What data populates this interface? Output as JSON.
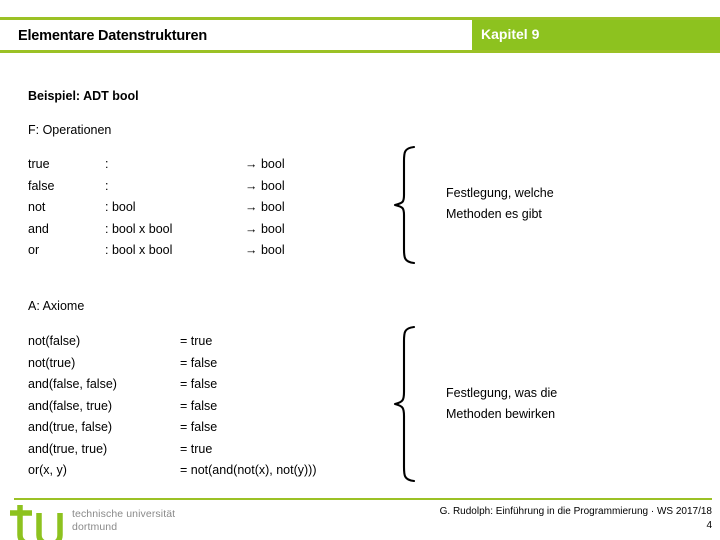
{
  "header": {
    "title": "Elementare Datenstrukturen",
    "chapter": "Kapitel 9",
    "accent_color": "#8DC21F",
    "rule_color": "#9BC125"
  },
  "content": {
    "example_heading": "Beispiel: ADT bool",
    "operations_heading": "F: Operationen",
    "operations": [
      {
        "name": "true",
        "signature": ":",
        "arrow": "→ bool"
      },
      {
        "name": "false",
        "signature": ":",
        "arrow": "→ bool"
      },
      {
        "name": "not",
        "signature": ": bool",
        "arrow": "→ bool"
      },
      {
        "name": "and",
        "signature": ": bool  x  bool",
        "arrow": "→ bool"
      },
      {
        "name": "or",
        "signature": ": bool  x  bool",
        "arrow": "→ bool"
      }
    ],
    "axioms_heading": "A: Axiome",
    "axioms": [
      {
        "name": "not(false)",
        "value": "= true"
      },
      {
        "name": "not(true)",
        "value": "= false"
      },
      {
        "name": "and(false, false)",
        "value": "= false"
      },
      {
        "name": "and(false, true)",
        "value": "= false"
      },
      {
        "name": "and(true, false)",
        "value": "= false"
      },
      {
        "name": "and(true, true)",
        "value": "= true"
      },
      {
        "name": "or(x, y)",
        "value": "= not(and(not(x), not(y)))"
      }
    ],
    "annotations": {
      "methods_line1": "Festlegung, welche",
      "methods_line2": "Methoden es gibt",
      "behavior_line1": "Festlegung, was die",
      "behavior_line2": "Methoden bewirken"
    }
  },
  "footer": {
    "logo_line1": "technische universität",
    "logo_line2": "dortmund",
    "logo_color": "#8DC21F",
    "logo_text_color": "#8A8A8A",
    "credit": "G. Rudolph: Einführung in die Programmierung · WS 2017/18",
    "page_number": "4"
  }
}
